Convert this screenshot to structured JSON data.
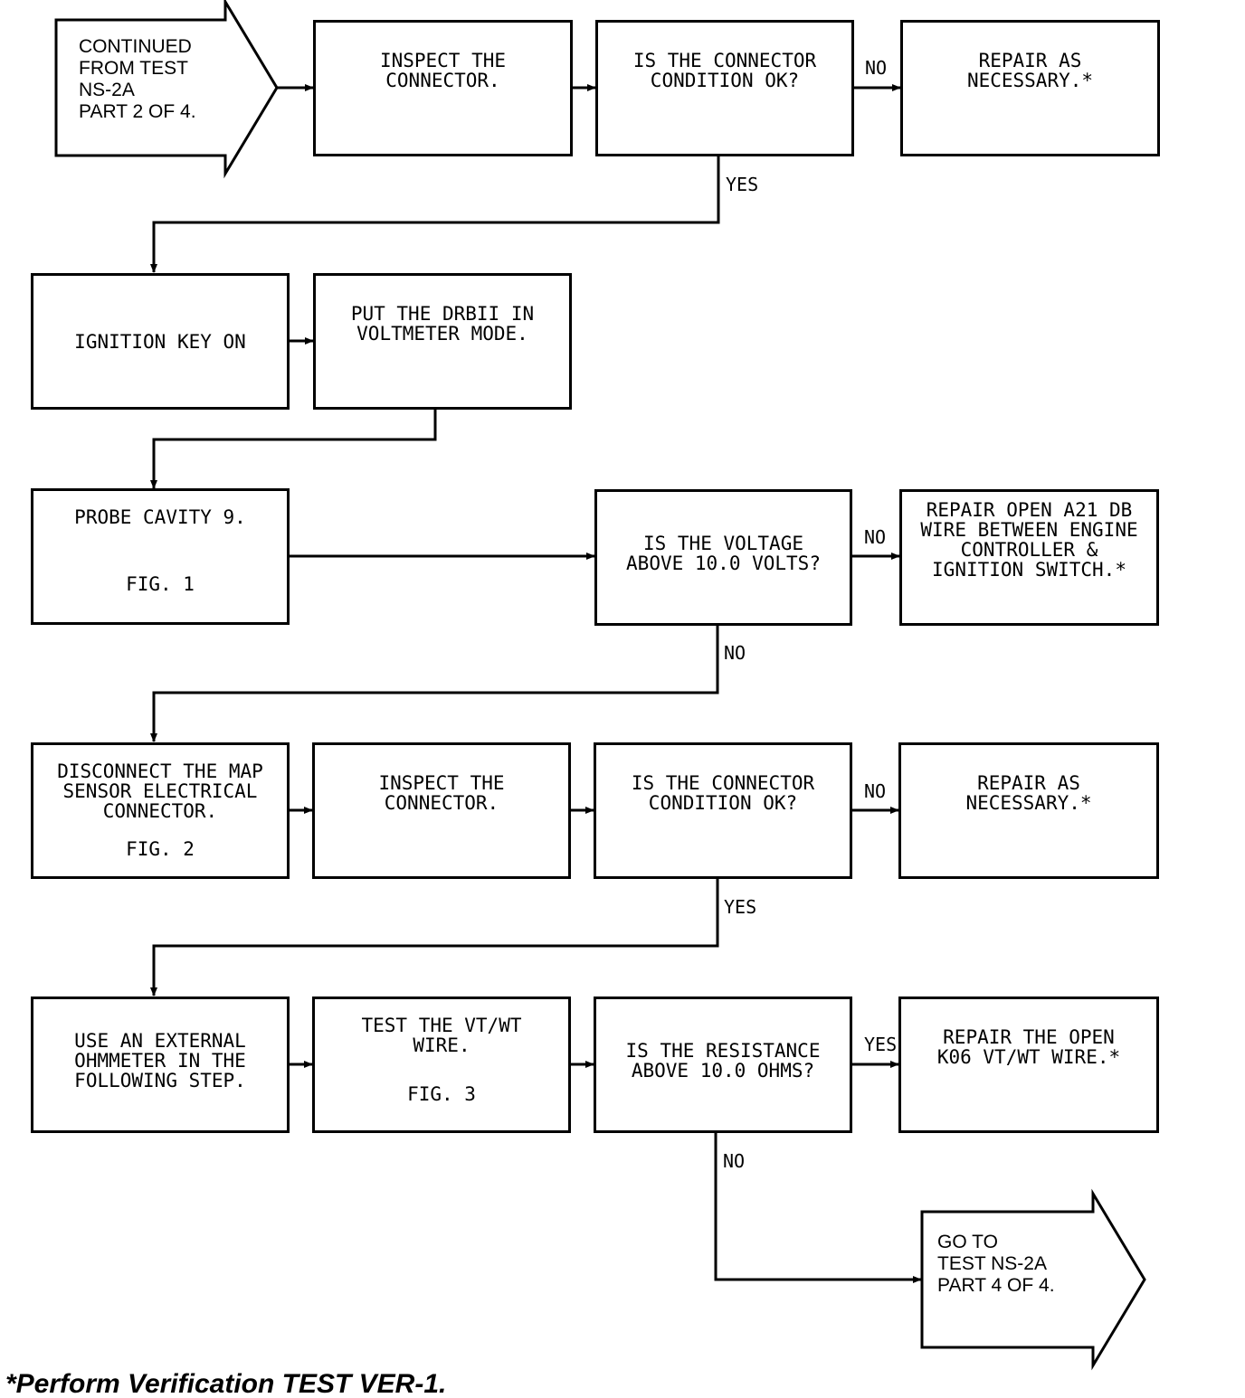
{
  "start": {
    "text": "CONTINUED\nFROM TEST\nNS-2A\nPART 2 OF 4."
  },
  "end": {
    "text": "GO TO\nTEST NS-2A\nPART 4 OF 4."
  },
  "steps": {
    "inspect1": "INSPECT THE\nCONNECTOR.",
    "decision1": "IS THE CONNECTOR\nCONDITION OK?",
    "repair1": "REPAIR AS\nNECESSARY.*",
    "ignition": "IGNITION KEY ON",
    "drb": "PUT THE DRBII IN\nVOLTMETER MODE.",
    "probe": "PROBE CAVITY 9.",
    "probe_fig": "FIG. 1",
    "decision2": "IS THE VOLTAGE\nABOVE 10.0 VOLTS?",
    "repair2": "REPAIR OPEN A21 DB\nWIRE BETWEEN ENGINE\nCONTROLLER &\nIGNITION SWITCH.*",
    "disconnect": "DISCONNECT THE MAP\nSENSOR ELECTRICAL\nCONNECTOR.",
    "disconnect_fig": "FIG. 2",
    "inspect2": "INSPECT THE\nCONNECTOR.",
    "decision3": "IS THE CONNECTOR\nCONDITION OK?",
    "repair3": "REPAIR AS\nNECESSARY.*",
    "ohmmeter": "USE AN EXTERNAL\nOHMMETER IN THE\nFOLLOWING STEP.",
    "testwire": "TEST THE VT/WT\nWIRE.",
    "testwire_fig": "FIG. 3",
    "decision4": "IS THE RESISTANCE\nABOVE 10.0 OHMS?",
    "repair4": "REPAIR THE OPEN\nK06 VT/WT WIRE.*"
  },
  "labels": {
    "d1_no": "NO",
    "d1_yes": "YES",
    "d2_no_right": "NO",
    "d2_no_down": "NO",
    "d3_no": "NO",
    "d3_yes": "YES",
    "d4_yes": "YES",
    "d4_no": "NO"
  },
  "footnote": "*Perform Verification TEST VER-1.",
  "colors": {
    "line": "#000000",
    "background": "#ffffff"
  }
}
